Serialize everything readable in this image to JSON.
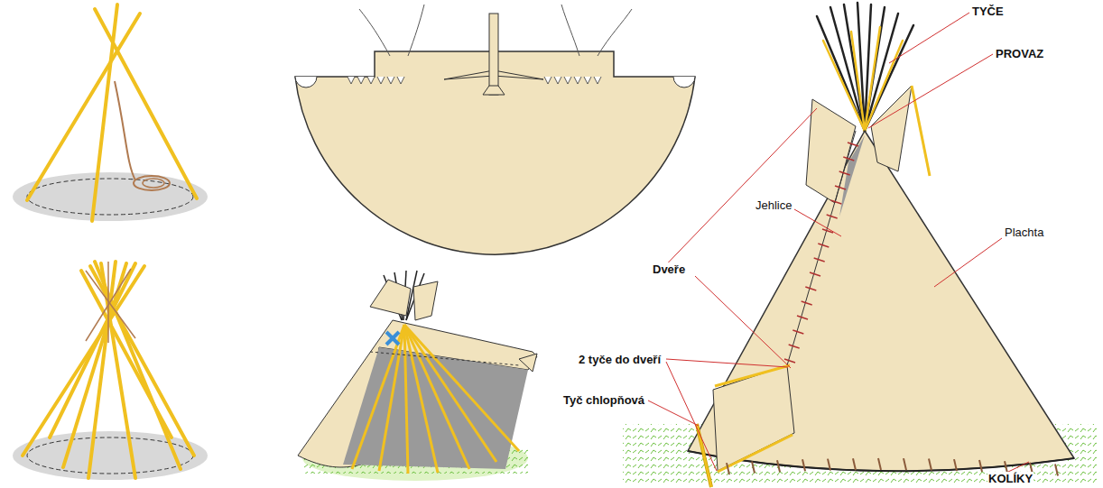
{
  "diagram": {
    "labels": [
      "TYČE",
      "PROVAZ",
      "Jehlice",
      "Plachta",
      "Dveře",
      "2 tyče do dveří",
      "Tyč chlopňová",
      "KOLÍKY"
    ]
  }
}
